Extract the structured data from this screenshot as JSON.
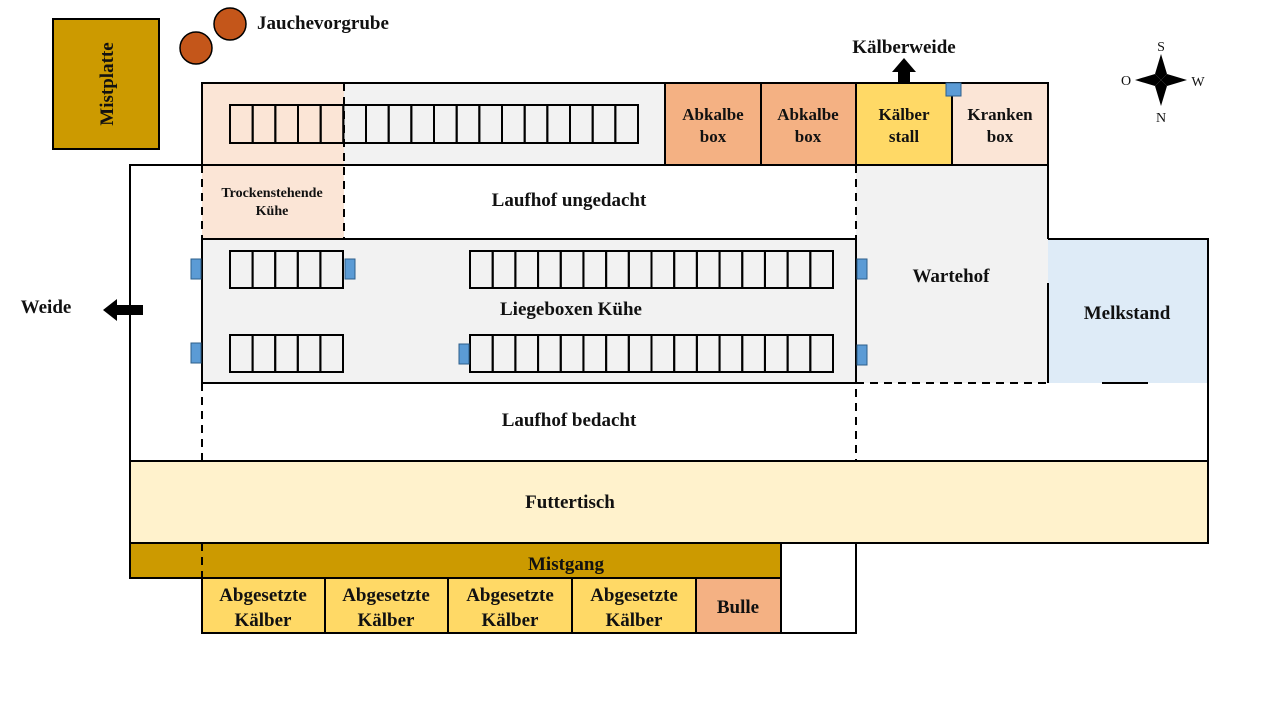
{
  "colors": {
    "mistplatte": "#CC9A00",
    "jauche": "#C4561A",
    "abkalbe": "#F4B183",
    "kaelberstall": "#FFD966",
    "peach_light": "#FBE5D6",
    "gray_light": "#F2F2F2",
    "melkstand": "#DEEBF7",
    "futtertisch": "#FFF2CC",
    "mistgang": "#CC9A00",
    "abgesetzte": "#FFD966",
    "bulle": "#F4B183",
    "gate": "#5B9BD5",
    "line": "#000000"
  },
  "labels": {
    "jauchevorgrube": "Jauchevorgrube",
    "mistplatte": "Mistplatte",
    "kaelberweide": "Kälberweide",
    "compass_s": "S",
    "compass_o": "O",
    "compass_w": "W",
    "compass_n": "N",
    "abkalbebox_1": [
      "Abkalbe",
      "box"
    ],
    "abkalbebox_2": [
      "Abkalbe",
      "box"
    ],
    "kaelberstall": [
      "Kälber",
      "stall"
    ],
    "krankenbox": [
      "Kranken",
      "box"
    ],
    "trockenstehende": [
      "Trockenstehende",
      "Kühe"
    ],
    "laufhof_ungedacht": "Laufhof ungedacht",
    "liegeboxen": "Liegeboxen Kühe",
    "wartehof": "Wartehof",
    "melkstand": "Melkstand",
    "weide": "Weide",
    "laufhof_bedacht": "Laufhof bedacht",
    "futtertisch": "Futtertisch",
    "mistgang": "Mistgang",
    "abgesetzte": [
      [
        "Abgesetzte",
        "Kälber"
      ],
      [
        "Abgesetzte",
        "Kälber"
      ],
      [
        "Abgesetzte",
        "Kälber"
      ],
      [
        "Abgesetzte",
        "Kälber"
      ]
    ],
    "bulle": "Bulle"
  },
  "stall_counts": {
    "top_row": 18,
    "left_upper": 5,
    "right_upper": 16,
    "left_lower": 5,
    "right_lower": 16
  }
}
